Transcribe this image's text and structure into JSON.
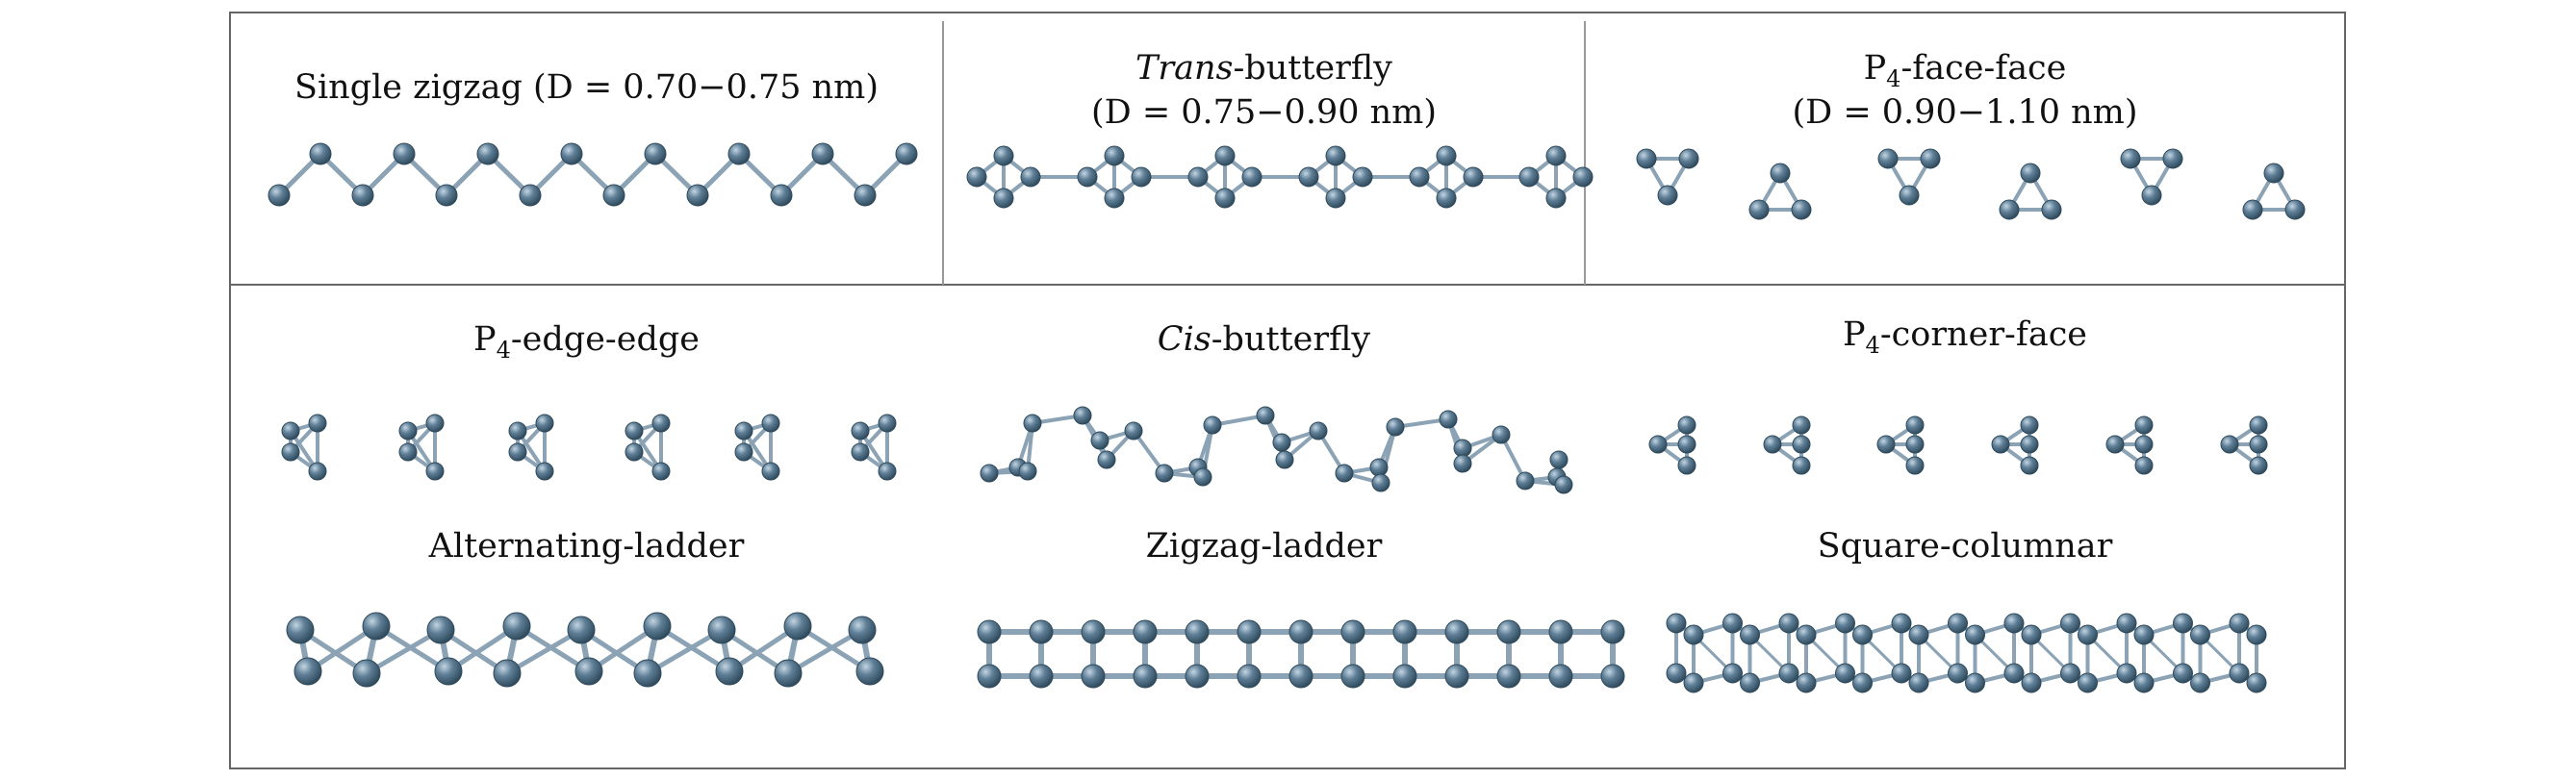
{
  "colors": {
    "atom": "#5f7f97",
    "atom_highlight": "#c3d5e2",
    "atom_dark": "#2f4a5c",
    "bond": "#8ba3b4",
    "frame": "#666666"
  },
  "panels": {
    "single_zigzag": {
      "label": "Single zigzag (D = 0.70−0.75 nm)"
    },
    "trans_butterfly": {
      "label_italic": "Trans",
      "label_rest": "-butterfly",
      "label_line2": "(D = 0.75−0.90 nm)"
    },
    "p4_face_face": {
      "label_prefix": "P",
      "label_sub": "4",
      "label_rest": "-face-face",
      "label_line2": "(D = 0.90−1.10 nm)"
    },
    "p4_edge_edge": {
      "label_prefix": "P",
      "label_sub": "4",
      "label_rest": "-edge-edge"
    },
    "cis_butterfly": {
      "label_italic": "Cis",
      "label_rest": "-butterfly"
    },
    "p4_corner_face": {
      "label_prefix": "P",
      "label_sub": "4",
      "label_rest": "-corner-face"
    },
    "alternating_ladder": {
      "label": "Alternating-ladder"
    },
    "zigzag_ladder": {
      "label": "Zigzag-ladder"
    },
    "square_columnar": {
      "label": "Square-columnar"
    }
  }
}
